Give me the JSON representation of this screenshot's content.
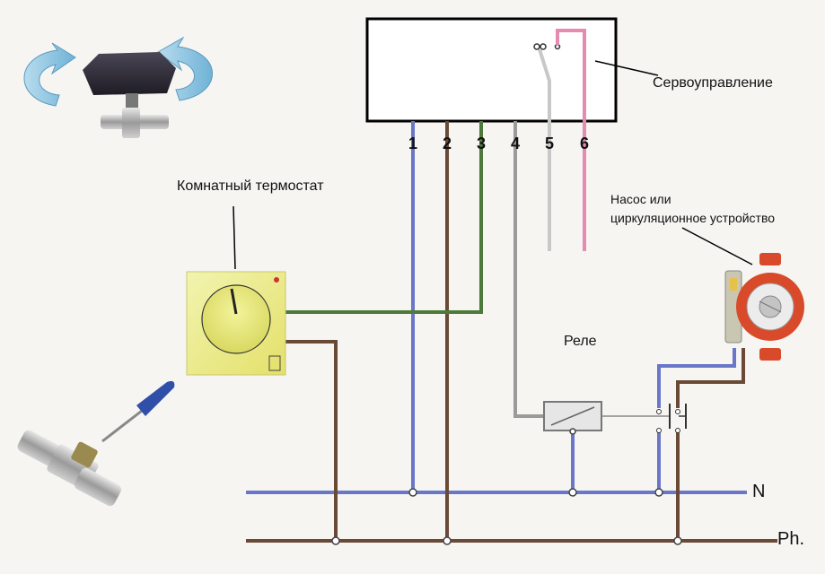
{
  "labels": {
    "servo": "Сервоуправление",
    "thermostat": "Комнатный термостат",
    "relay": "Реле",
    "pump_line1": "Насос или",
    "pump_line2": "циркуляционное устройство",
    "neutral": "N",
    "phase": "Ph."
  },
  "terminals": [
    "1",
    "2",
    "3",
    "4",
    "5",
    "6"
  ],
  "colors": {
    "blue_wire": "#6a76c8",
    "brown_wire": "#6a4a36",
    "green_wire": "#4d7a3a",
    "gray_wire": "#9a9a9a",
    "light_gray_wire": "#c8c8c8",
    "pink_wire": "#e58ab0",
    "thermostat_body": "#eeef90",
    "pump_body": "#d84a2a"
  },
  "icons": [
    "motorized-valve-icon",
    "rotation-arrows-icon",
    "screwdriver-icon",
    "manual-valve-icon",
    "circulation-pump-icon",
    "room-thermostat-icon",
    "relay-icon"
  ]
}
